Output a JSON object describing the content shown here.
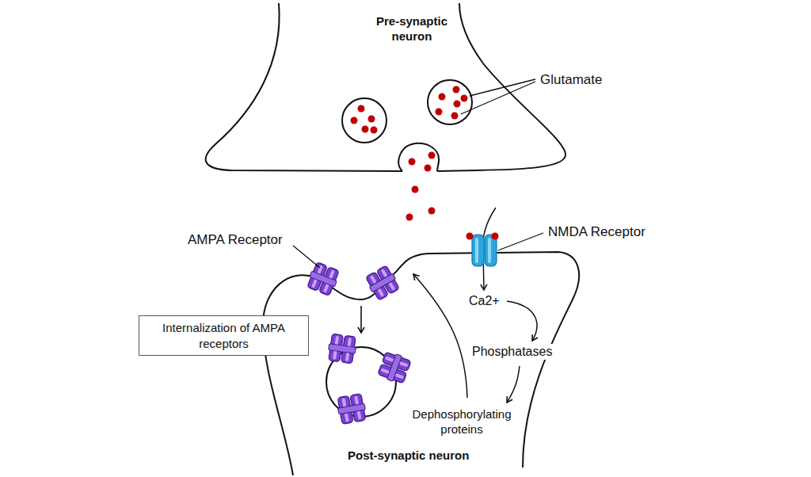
{
  "diagram": {
    "nodes": [
      {
        "text": [
          "Internalization of AMPA receptors"
        ]
      }
    ],
    "labels": [
      "Pre-synaptic neuron",
      "Glutamate",
      "AMPA Receptor",
      "NMDA Receptor",
      "Ca2+",
      "Phosphatases",
      "Dephosphorylating proteins",
      "Post-synaptic neuron"
    ]
  }
}
